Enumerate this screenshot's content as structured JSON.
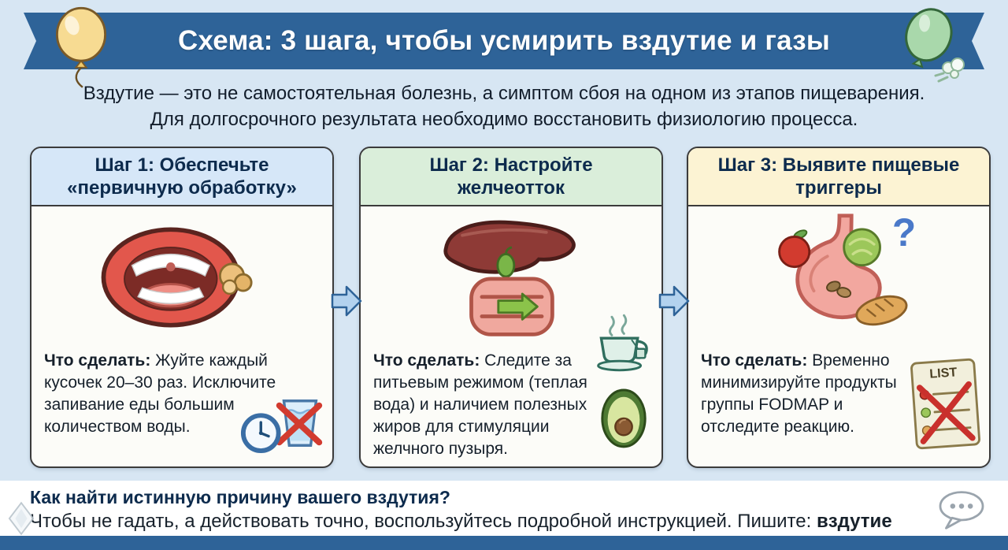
{
  "banner": {
    "title": "Схема: 3 шага, чтобы усмирить вздутие и газы"
  },
  "intro": {
    "line1": "Вздутие — это не самостоятельная болезнь, а симптом сбоя на одном из этапов пищеварения.",
    "line2": "Для долгосрочного результата необходимо восстановить физиологию процесса."
  },
  "steps": [
    {
      "title": "Шаг 1: Обеспечьте «первичную обработку»",
      "action_label": "Что сделать:",
      "action_text": " Жуйте каждый кусочек 20–30 раз. Исключите запивание еды большим количеством воды.",
      "header_color": "#d6e7f8",
      "illustration": "mouth-chewing-illustration",
      "side_icons": [
        "clock-icon",
        "crossed-water-glass-icon"
      ]
    },
    {
      "title": "Шаг 2: Настройте желчеотток",
      "action_label": "Что сделать:",
      "action_text": " Следите за питьевым режимом (теплая вода) и наличием полезных жиров для стимуляции желчного пузыря.",
      "header_color": "#daeeda",
      "illustration": "liver-gallbladder-intestines-illustration",
      "side_icons": [
        "tea-cup-icon",
        "avocado-icon"
      ]
    },
    {
      "title": "Шаг 3: Выявите пищевые триггеры",
      "action_label": "Что сделать:",
      "action_text": " Временно минимизируйте продукты группы FODMAP и отследите реакцию.",
      "header_color": "#fcf3d3",
      "illustration": "stomach-with-foods-illustration",
      "side_icons": [
        "crossed-food-list-icon"
      ],
      "list_label": "LIST"
    }
  ],
  "footer": {
    "question": "Как найти истинную причину вашего вздутия?",
    "cta_prefix": "Чтобы не гадать, а действовать точно, воспользуйтесь подробной инструкцией. Пишите: ",
    "cta_keyword": "вздутие"
  },
  "colors": {
    "background": "#d7e6f3",
    "banner": "#2e6398",
    "card_border": "#3b3b3b",
    "step1_header": "#d6e7f8",
    "step2_header": "#daeeda",
    "step3_header": "#fcf3d3",
    "arrow_fill": "#b3d2ee",
    "arrow_border": "#2e6398",
    "footer_bg": "#ffffff",
    "bottom_strip": "#2e6398",
    "title_text": "#ffffff",
    "heading_text": "#0d2b4d"
  },
  "icons": [
    "yellow-balloon-icon",
    "green-balloon-icon",
    "clock-icon",
    "crossed-water-glass-icon",
    "tea-cup-icon",
    "avocado-icon",
    "crossed-food-list-icon",
    "chat-bubble-icon",
    "flow-arrow-icon",
    "watermark-icon"
  ]
}
